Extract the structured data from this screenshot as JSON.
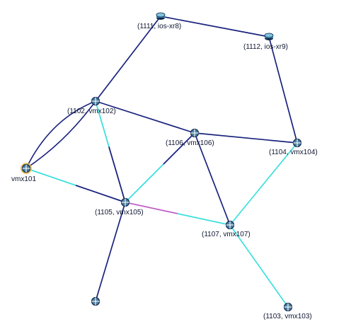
{
  "colors": {
    "background": "#ffffff",
    "link_primary": "#1a237e",
    "link_cyan": "#3fe0dc",
    "link_magenta": "#c060c8",
    "node_fill": "#4a7fa0",
    "node_stroke": "#142a50",
    "router_fill": "#3f8fb0",
    "selected_halo": "#e8b84a",
    "label_text": "#0d1530"
  },
  "nodes": [
    {
      "id": "n1111",
      "label": "(1111, ios-xr8)",
      "icon": "router-icon"
    },
    {
      "id": "n1112",
      "label": "(1112, ios-xr9)",
      "icon": "router-icon"
    },
    {
      "id": "n1102",
      "label": "(1102, vmx102)",
      "icon": "node-crosshair-icon"
    },
    {
      "id": "n1106",
      "label": "(1106, vmx106)",
      "icon": "node-crosshair-icon"
    },
    {
      "id": "n1104",
      "label": "(1104, vmx104)",
      "icon": "node-crosshair-icon"
    },
    {
      "id": "vmx101",
      "label": "vmx101",
      "icon": "node-crosshair-icon",
      "selected": true
    },
    {
      "id": "n1105",
      "label": "(1105, vmx105)",
      "icon": "node-crosshair-icon"
    },
    {
      "id": "n1107",
      "label": "(1107, vmx107)",
      "icon": "node-crosshair-icon"
    },
    {
      "id": "nbottom",
      "label": "",
      "icon": "node-crosshair-icon"
    },
    {
      "id": "n1103",
      "label": "(1103, vmx103)",
      "icon": "node-crosshair-icon"
    }
  ],
  "links": [
    {
      "from": "n1111",
      "to": "n1112",
      "color": "link_primary"
    },
    {
      "from": "n1111",
      "to": "n1102",
      "color": "link_primary"
    },
    {
      "from": "n1112",
      "to": "n1104",
      "color": "link_primary"
    },
    {
      "from": "n1102",
      "to": "vmx101",
      "color": "link_primary",
      "curve": "upper"
    },
    {
      "from": "n1102",
      "to": "vmx101",
      "color": "link_primary",
      "curve": "lower"
    },
    {
      "from": "n1102",
      "to": "n1106",
      "color": "link_primary"
    },
    {
      "from": "n1102",
      "to": "n1105",
      "color": "split",
      "split_at": 0.45,
      "colors": [
        "link_cyan",
        "link_primary"
      ]
    },
    {
      "from": "n1106",
      "to": "n1104",
      "color": "link_primary"
    },
    {
      "from": "n1106",
      "to": "n1105",
      "color": "split",
      "split_at": 0.45,
      "colors": [
        "link_primary",
        "link_cyan"
      ]
    },
    {
      "from": "n1106",
      "to": "n1107",
      "color": "link_primary"
    },
    {
      "from": "n1104",
      "to": "n1107",
      "color": "link_cyan"
    },
    {
      "from": "vmx101",
      "to": "n1105",
      "color": "split",
      "split_at": 0.5,
      "colors": [
        "link_cyan",
        "link_primary"
      ]
    },
    {
      "from": "n1105",
      "to": "n1107",
      "color": "split",
      "split_at": 0.5,
      "colors": [
        "link_magenta",
        "link_cyan"
      ]
    },
    {
      "from": "n1105",
      "to": "nbottom",
      "color": "link_primary"
    },
    {
      "from": "n1107",
      "to": "n1103",
      "color": "link_cyan"
    }
  ]
}
